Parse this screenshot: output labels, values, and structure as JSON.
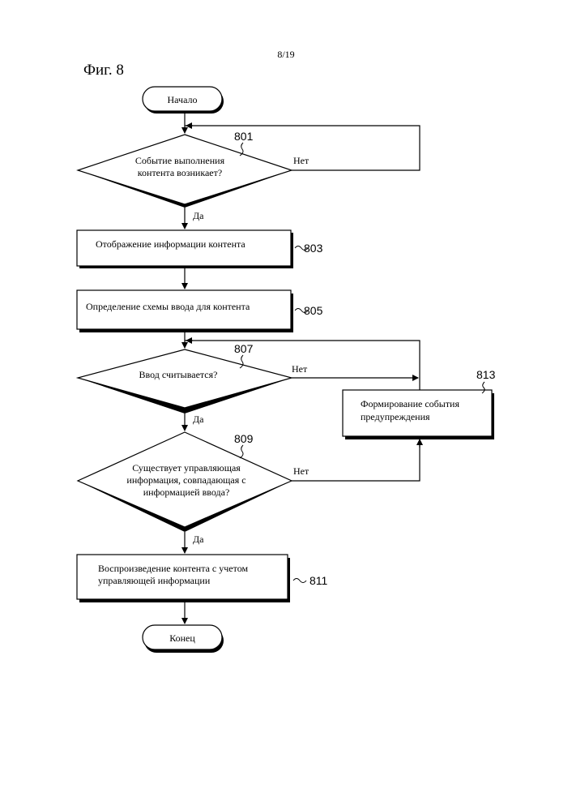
{
  "page_number": "8/19",
  "figure_label": "Фиг. 8",
  "nodes": {
    "start": {
      "text": "Начало"
    },
    "d801": {
      "ref": "801",
      "lines": [
        "Событие выполнения",
        "контента возникает?"
      ],
      "yes": "Да",
      "no": "Нет"
    },
    "p803": {
      "ref": "803",
      "lines": [
        "Отображение информации контента"
      ]
    },
    "p805": {
      "ref": "805",
      "lines": [
        "Определение схемы ввода для контента"
      ]
    },
    "d807": {
      "ref": "807",
      "lines": [
        "Ввод считывается?"
      ],
      "yes": "Да",
      "no": "Нет"
    },
    "d809": {
      "ref": "809",
      "lines": [
        "Существует управляющая",
        "информация, совпадающая с",
        "информацией ввода?"
      ],
      "yes": "Да",
      "no": "Нет"
    },
    "p811": {
      "ref": "811",
      "lines": [
        "Воспроизведение контента с учетом",
        "управляющей информации"
      ]
    },
    "p813": {
      "ref": "813",
      "lines": [
        "Формирование события",
        "предупреждения"
      ]
    },
    "end": {
      "text": "Конец"
    }
  }
}
